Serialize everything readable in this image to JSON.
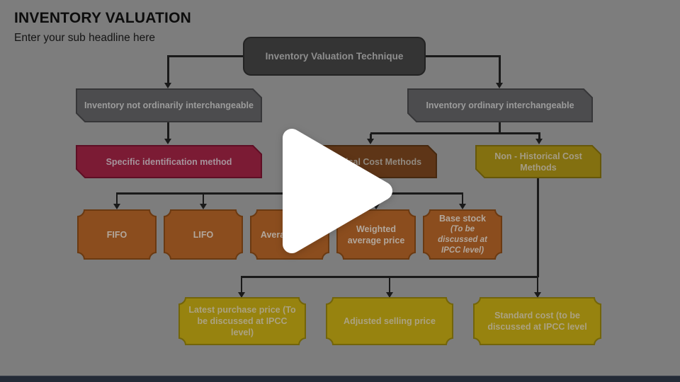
{
  "page": {
    "title": "INVENTORY VALUATION",
    "subtitle": "Enter your sub headline here"
  },
  "player": {
    "play_icon": "play-triangle-icon"
  },
  "colors": {
    "background": "#7d7d7d",
    "line": "#1a1a1a",
    "root_fill": "#343434",
    "root_border": "#232323",
    "root_text": "#8e8e8e",
    "branch_fill": "#4c4c4e",
    "branch_border": "#363638",
    "branch_text": "#9c9c9c",
    "maroon_fill": "#7b1b34",
    "maroon_border": "#5e0f25",
    "maroon_text": "#a6949c",
    "brown_fill": "#5e3517",
    "brown_border": "#462910",
    "brown_text": "#91897f",
    "olive_fill": "#837010",
    "olive_border": "#66570a",
    "olive_text": "#a49c85",
    "ticket_fill": "#8b4d1e",
    "ticket_border": "#6b3a12",
    "ticket_text": "#b2a79c",
    "gold_fill": "#97830f",
    "gold_border": "#73650a",
    "gold_text": "#aba282",
    "play_fill": "#ffffff",
    "player_bar": "#242b37"
  },
  "diagram": {
    "nodes": [
      {
        "label": "Inventory Valuation Technique"
      },
      {
        "label": "Inventory not ordinarily interchangeable"
      },
      {
        "label": "Inventory ordinary interchangeable"
      },
      {
        "label": "Specific identification method"
      },
      {
        "label": "Historical Cost Methods"
      },
      {
        "label": "Non - Historical Cost Methods"
      },
      {
        "label": "FIFO"
      },
      {
        "label": "LIFO"
      },
      {
        "label": "Average price"
      },
      {
        "label": "Weighted average price"
      },
      {
        "label": "Base stock",
        "sublabel": "(To be discussed at IPCC level)"
      },
      {
        "label": "Latest purchase price (To be discussed at IPCC level)"
      },
      {
        "label": "Adjusted selling price"
      },
      {
        "label": "Standard cost (to be discussed at IPCC level"
      }
    ]
  }
}
